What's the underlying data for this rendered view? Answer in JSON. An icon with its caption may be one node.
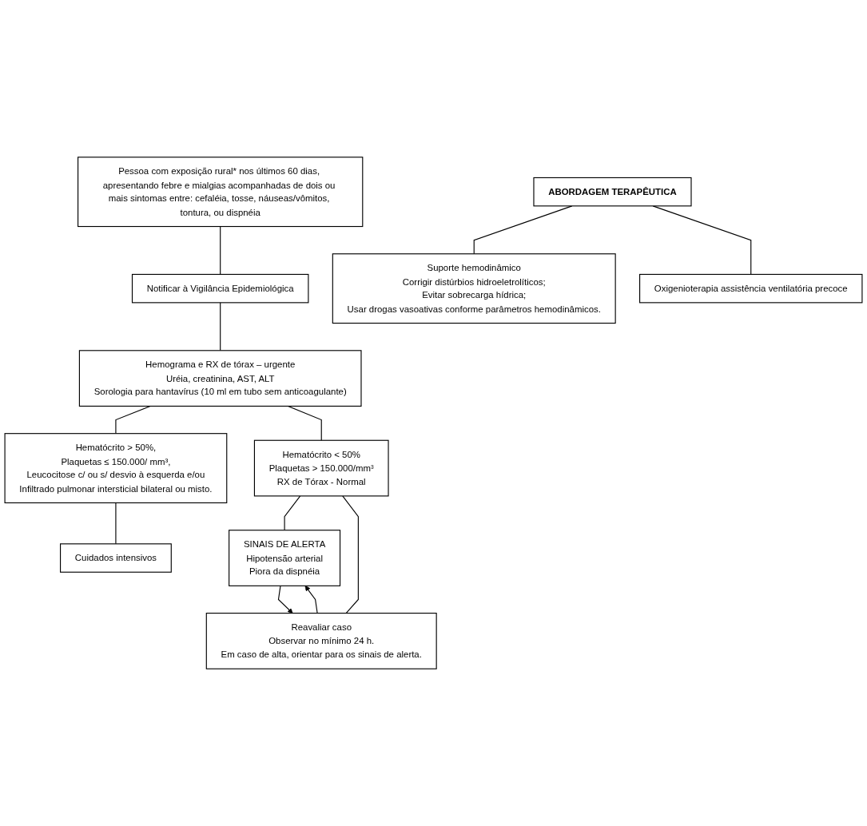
{
  "diagram": {
    "nodes": [
      {
        "text": [
          "Pessoa com exposição rural* nos últimos 60 dias, apresentando febre e mialgias acompanhadas de dois ou mais sintomas entre: cefaléia, tosse, náuseas/vômitos, tontura, ou dispnéia"
        ]
      },
      {
        "text": [
          "Notificar à Vigilância Epidemiológica"
        ]
      },
      {
        "text": [
          "Hemograma e RX de tórax – urgente",
          "Uréia, creatinina, AST, ALT",
          "Sorologia para hantavírus (10 ml em tubo sem anticoagulante)"
        ]
      },
      {
        "text": [
          "Hematócrito > 50%,",
          "Plaquetas ≤ 150.000/ mm³,",
          "Leucocitose c/ ou s/ desvio à esquerda e/ou",
          "Infiltrado pulmonar intersticial bilateral ou misto."
        ]
      },
      {
        "text": [
          "SINAIS DE ALERTA",
          "Hipotensão arterial",
          "Piora da dispnéia"
        ]
      },
      {
        "text": [
          "Hematócrito < 50%",
          "Plaquetas > 150.000/mm³",
          "RX de Tórax - Normal"
        ]
      },
      {
        "text": [
          "Cuidados intensivos"
        ]
      },
      {
        "text": [
          "Reavaliar caso",
          "Observar no mínimo 24 h.",
          "Em caso de alta, orientar para os sinais de alerta."
        ]
      },
      {
        "text": [
          "ABORDAGEM TERAPÊUTICA"
        ]
      },
      {
        "text": [
          "Suporte hemodinâmico",
          "Corrigir distúrbios hidroeletrolíticos;",
          "Evitar sobrecarga hídrica;",
          "Usar drogas vasoativas conforme parâmetros hemodinâmicos."
        ]
      },
      {
        "text": [
          "Oxigenioterapia assistência ventilatória precoce"
        ]
      }
    ],
    "edges": [
      {
        "from": 0,
        "to": 1,
        "arrow": "none"
      },
      {
        "from": 1,
        "to": 2,
        "arrow": "none"
      },
      {
        "from": 2,
        "to": 3,
        "arrow": "none"
      },
      {
        "from": 2,
        "to": 5,
        "arrow": "none"
      },
      {
        "from": 3,
        "to": 6,
        "arrow": "none"
      },
      {
        "from": 5,
        "to": 4,
        "arrow": "none"
      },
      {
        "from": 5,
        "to": 7,
        "arrow": "none"
      },
      {
        "from": 4,
        "to": 7,
        "arrow": "to"
      },
      {
        "from": 7,
        "to": 4,
        "arrow": "to"
      },
      {
        "from": 8,
        "to": 9,
        "arrow": "none"
      },
      {
        "from": 8,
        "to": 10,
        "arrow": "none"
      }
    ]
  }
}
